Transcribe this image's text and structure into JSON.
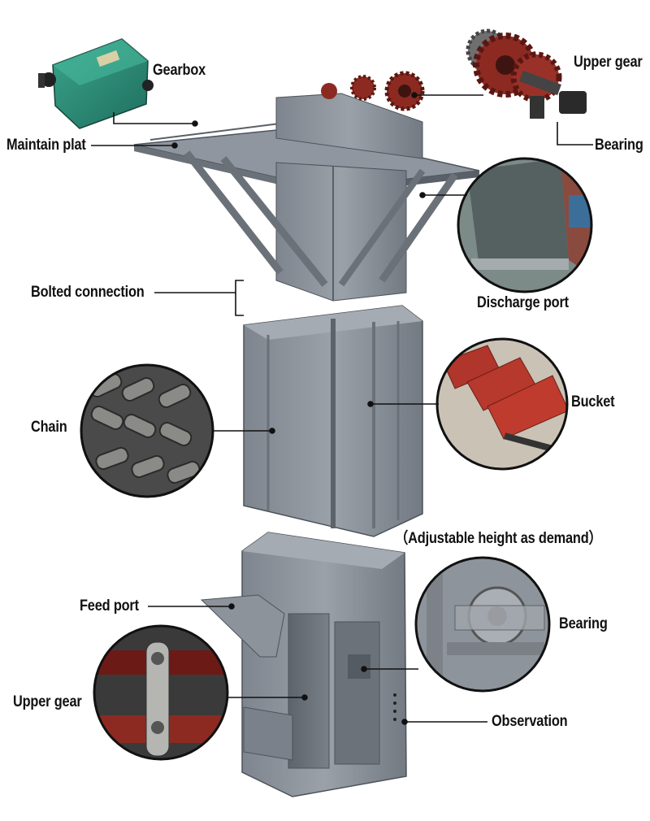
{
  "labels": {
    "gearbox": "Gearbox",
    "upper_gear_top": "Upper gear",
    "maintain_plat": "Maintain plat",
    "bearing_top": "Bearing",
    "bolted_connection": "Bolted connection",
    "discharge_port": "Discharge port",
    "chain": "Chain",
    "bucket": "Bucket",
    "adjustable_height": "（Adjustable height as demand）",
    "feed_port": "Feed port",
    "bearing_bottom": "Bearing",
    "upper_gear_bottom": "Upper gear",
    "observation": "Observation"
  },
  "colors": {
    "machine_body": "#8a9099",
    "machine_dark": "#5e646c",
    "gear_red": "#8c2a22",
    "gearbox_teal": "#2f8f7a",
    "bucket_red": "#b0352a",
    "leader_line": "#111111"
  },
  "icons": {
    "gearbox": "gearbox-motor-icon",
    "gear": "sprocket-gear-icon",
    "bearing": "bearing-block-icon",
    "chain": "chain-links-icon",
    "bucket": "bucket-icon"
  }
}
